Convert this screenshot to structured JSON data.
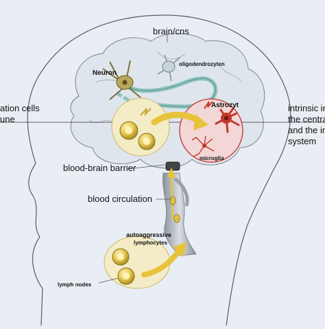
{
  "labels": {
    "brain_cns": "brain/cns",
    "neuron": "Neuron",
    "oligodendrozyten": "oligodendrozyten",
    "astrozyt": "Astrozyt",
    "microglia": "microglia",
    "bbb": "blood-brain barrier",
    "blood_circulation": "blood circulation",
    "autoaggressive": "autoaggressive",
    "lymphocytes": "lymphocytes",
    "lymph_nodes": "lymph nodes"
  },
  "left_text": {
    "line1": "ation cells",
    "line2": "une"
  },
  "right_text": {
    "line1": "intrinsic in",
    "line2": "the centra",
    "line3": "and the in",
    "line4": "system"
  },
  "colors": {
    "background": "#e9eef4",
    "brain_fill": "#dfe5ec",
    "outline": "#555c66",
    "yellow_zone": "#f3ecc6",
    "red_zone": "#f3d6d6",
    "red_outline": "#c24a4a",
    "cell_yellow": "#e0c24a",
    "astro_red": "#c2372b",
    "axon_teal": "#8fc4c0",
    "arrow_yellow": "#e8c33a"
  }
}
